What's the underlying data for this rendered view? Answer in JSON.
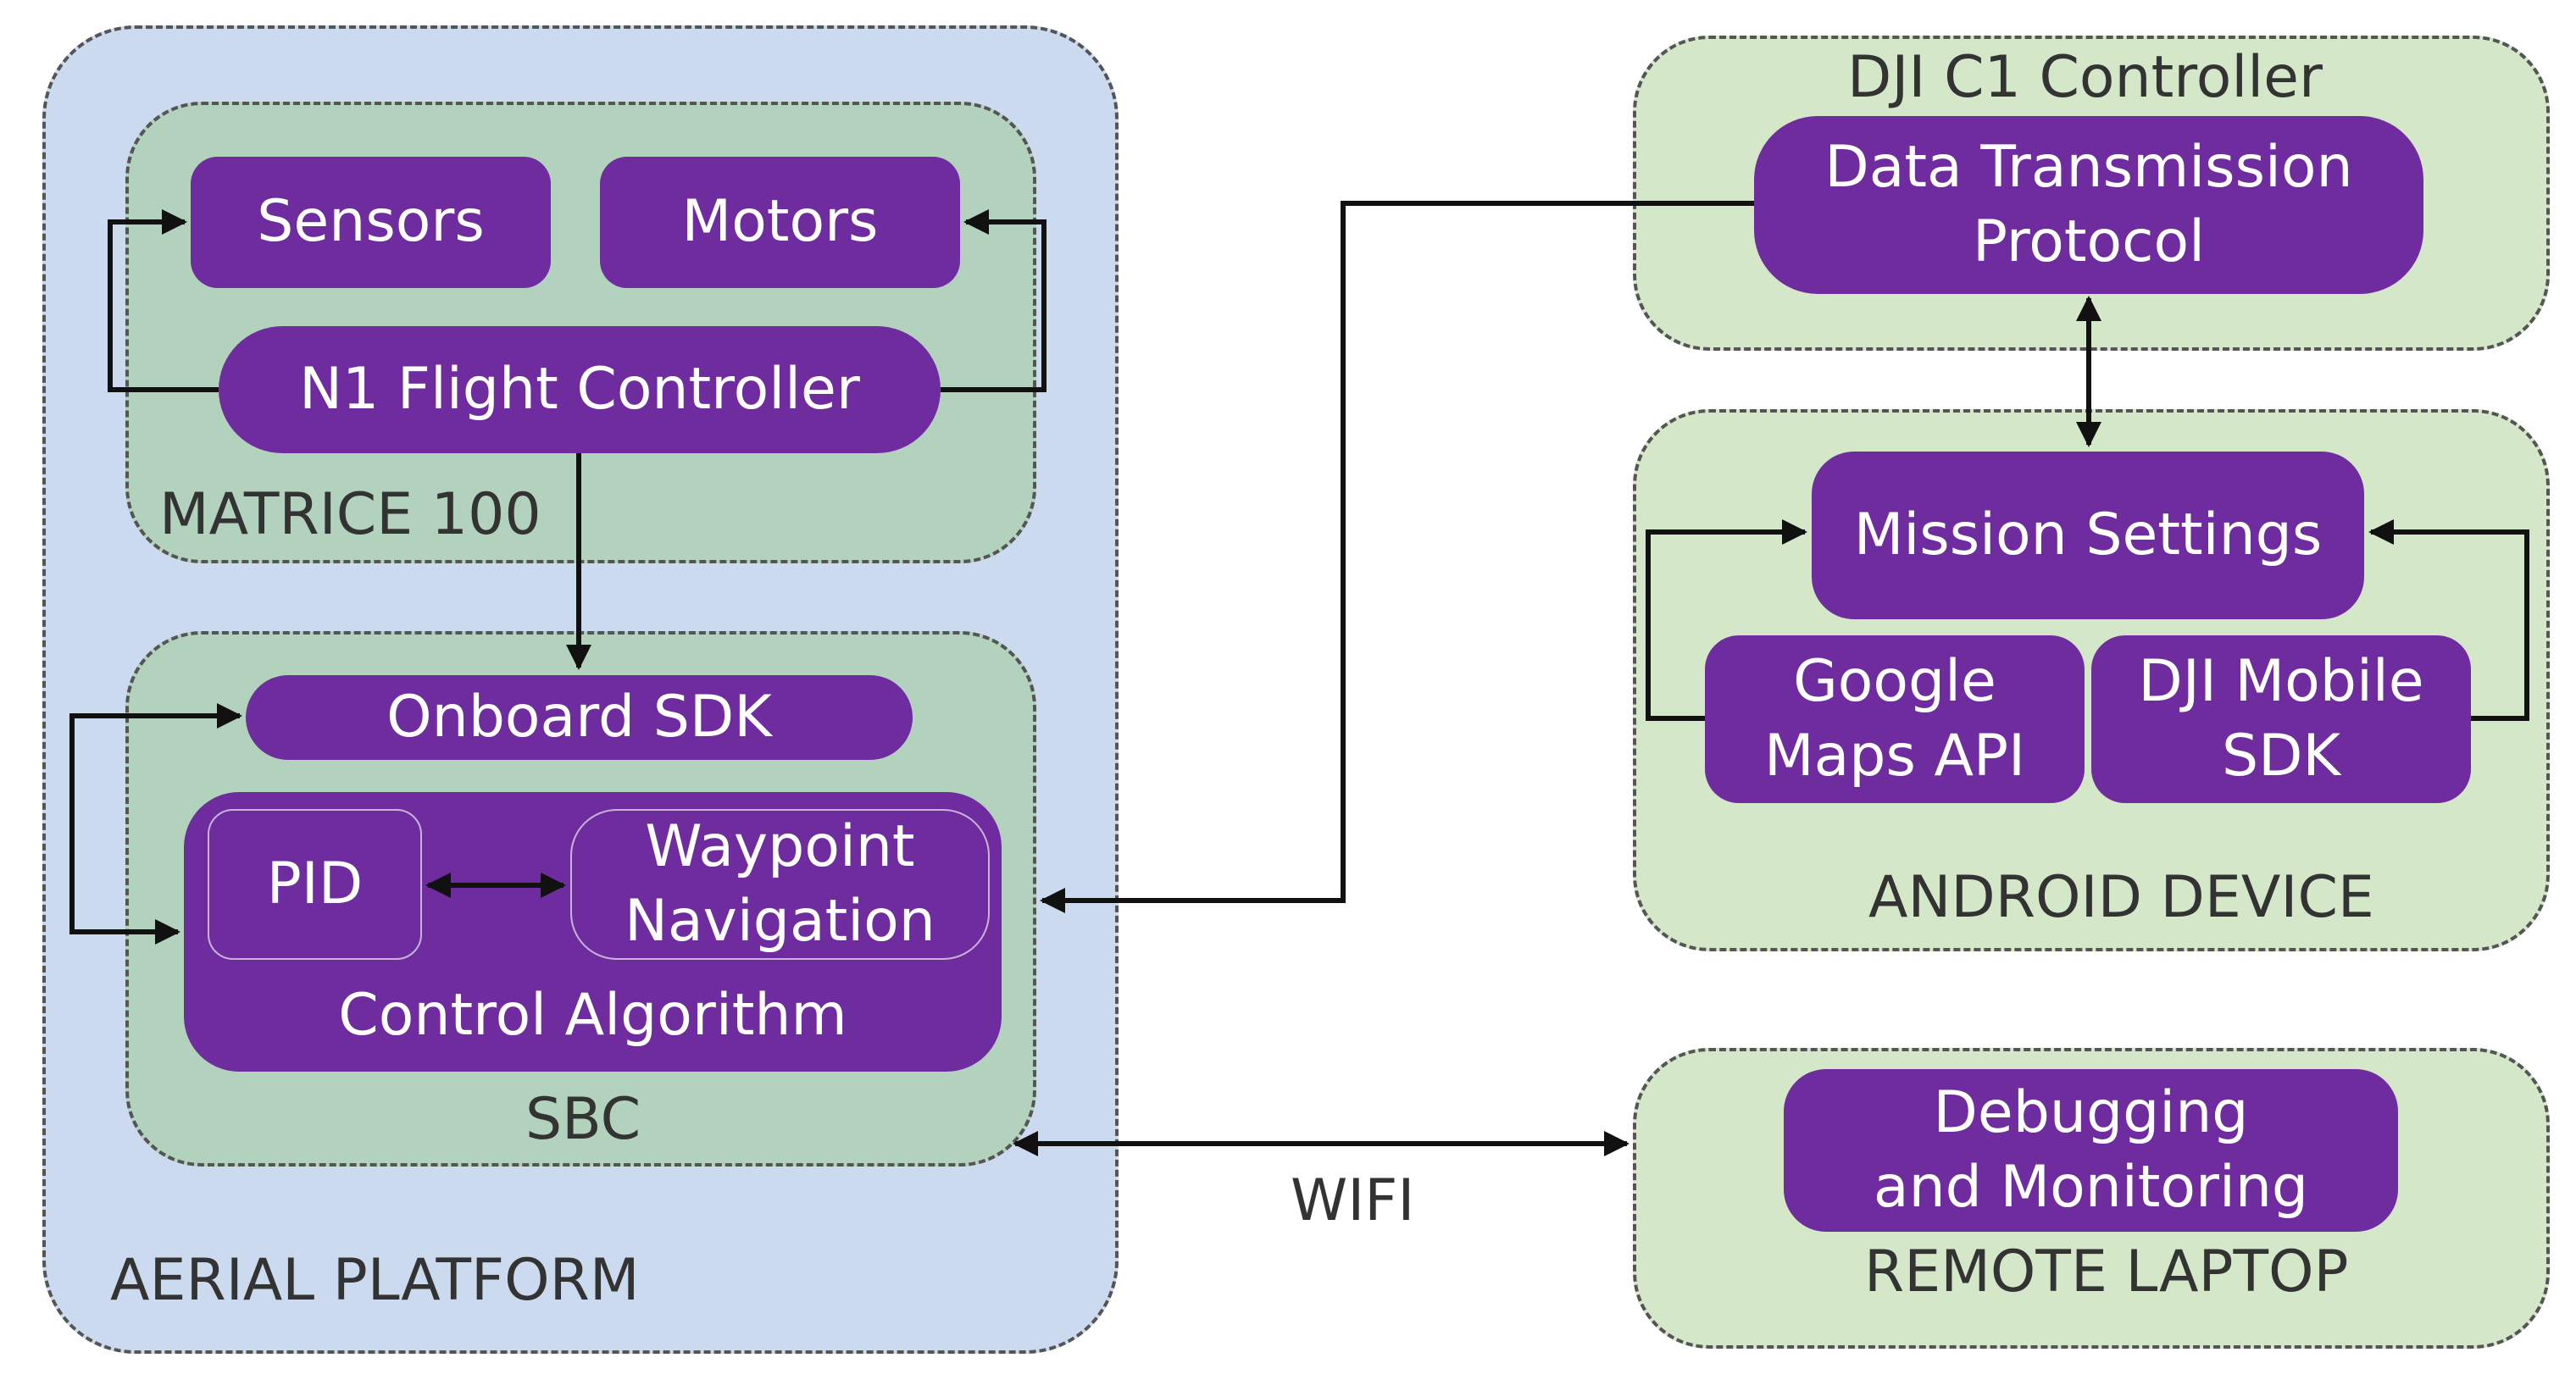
{
  "aerial_platform": {
    "label": "AERIAL PLATFORM",
    "matrice": {
      "label": "MATRICE 100",
      "sensors": "Sensors",
      "motors": "Motors",
      "flight_controller": "N1 Flight Controller"
    },
    "sbc": {
      "label": "SBC",
      "onboard_sdk": "Onboard SDK",
      "pid": "PID",
      "waypoint": "Waypoint\nNavigation",
      "control_algorithm": "Control Algorithm"
    }
  },
  "dji_controller": {
    "label": "DJI C1 Controller",
    "protocol": "Data Transmission\nProtocol"
  },
  "android_device": {
    "label": "ANDROID DEVICE",
    "mission_settings": "Mission Settings",
    "google_maps": "Google\nMaps API",
    "dji_sdk": "DJI Mobile\nSDK"
  },
  "remote_laptop": {
    "label": "REMOTE LAPTOP",
    "debugging": "Debugging\nand Monitoring"
  },
  "wifi_label": "WIFI",
  "colors": {
    "purple": "#6f2c9e",
    "aerial_bg": "#ccdaf0",
    "subgroup_bg": "#b3d2bd",
    "green_bg": "#d5e7c9"
  }
}
